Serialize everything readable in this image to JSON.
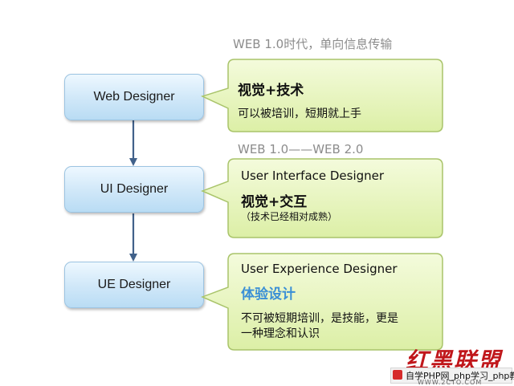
{
  "eras": [
    {
      "label": "WEB 1.0时代，单向信息传输"
    },
    {
      "label": "WEB 1.0——WEB  2.0"
    }
  ],
  "roles": [
    {
      "label": "Web Designer"
    },
    {
      "label": "UI  Designer"
    },
    {
      "label": "UE  Designer"
    }
  ],
  "callouts": [
    {
      "title": "视觉+技术",
      "desc": "可以被培训，短期就上手"
    },
    {
      "subtitle": "User Interface Designer",
      "title": "视觉+交互",
      "desc": "（技术已经相对成熟）"
    },
    {
      "subtitle": "User  Experience Designer",
      "title": "体验设计",
      "desc_line1": "不可被短期培训，是技能，更是",
      "desc_line2": "一种理念和认识"
    }
  ],
  "colors": {
    "node_border": "#9cc4e2",
    "callout_fill": "#e4f5b5",
    "callout_border": "#a9c46a",
    "arrow": "#41618a",
    "accent_blue": "#3a8fd6"
  },
  "watermark": {
    "brand": "红黑联盟",
    "bar_text": "自学PHP网_php学习_php教",
    "url": "WWW.2CTO.COM"
  }
}
